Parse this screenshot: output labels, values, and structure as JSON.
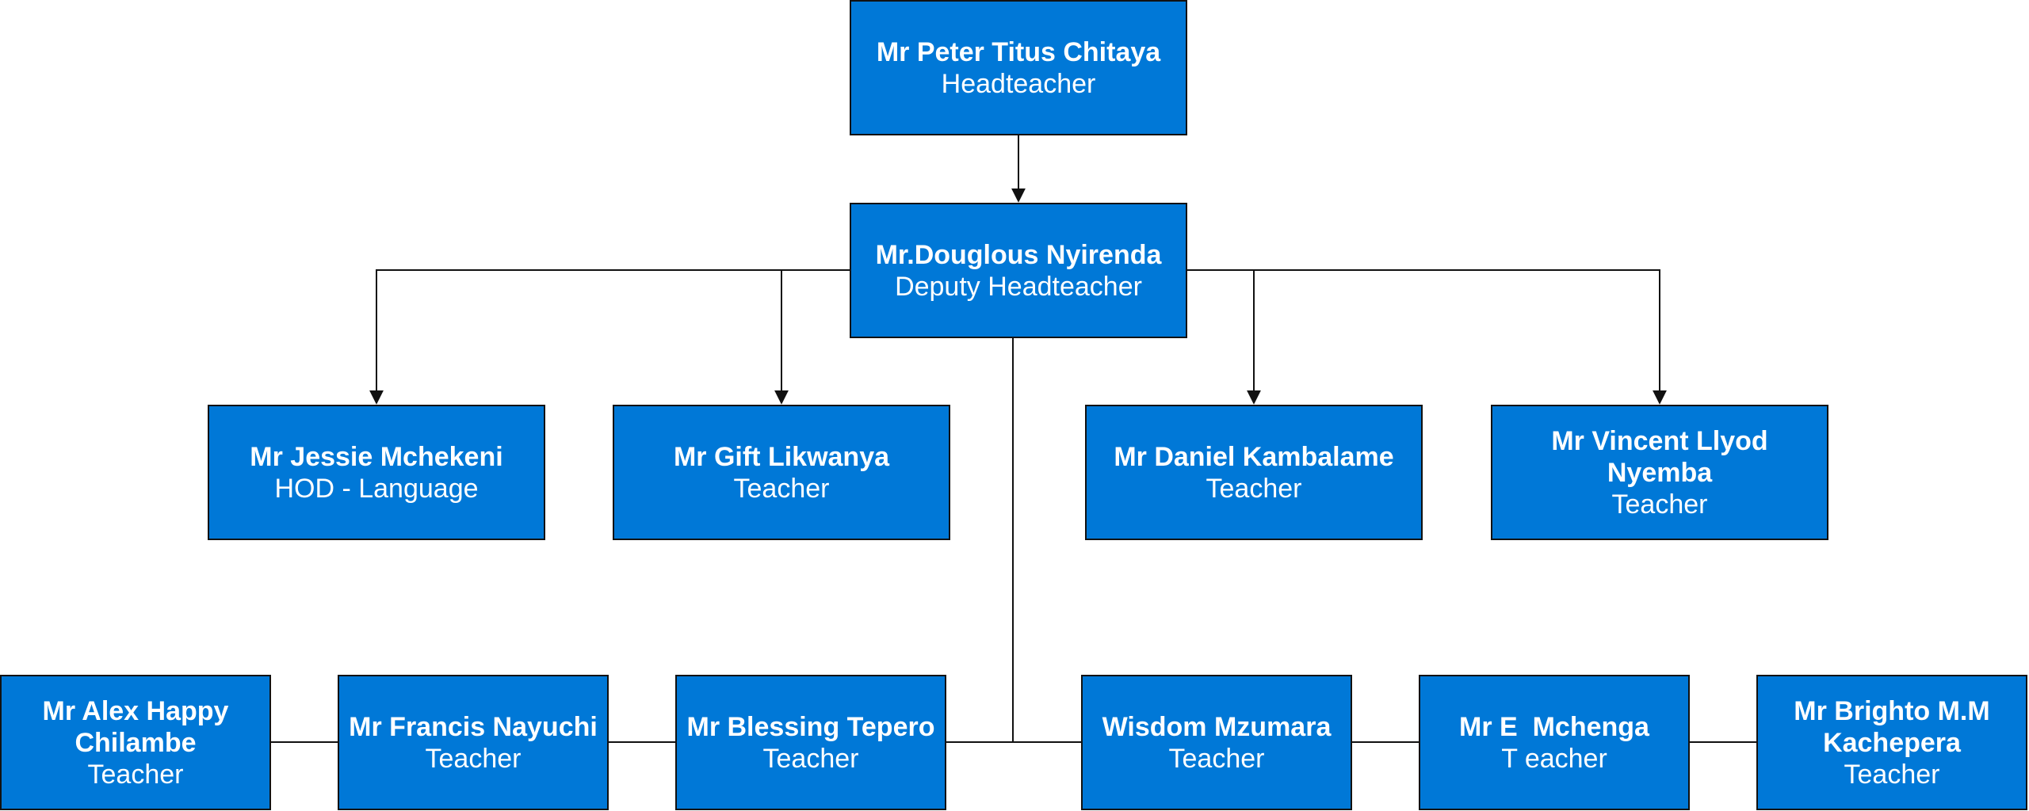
{
  "nodes": {
    "head": {
      "name": "Mr Peter Titus Chitaya",
      "role": "Headteacher"
    },
    "deputy": {
      "name": "Mr.Douglous Nyirenda",
      "role": "Deputy Headteacher"
    },
    "jessie": {
      "name": "Mr Jessie Mchekeni",
      "role": "HOD - Language"
    },
    "gift": {
      "name": "Mr Gift Likwanya",
      "role": "Teacher"
    },
    "daniel": {
      "name": "Mr Daniel Kambalame",
      "role": "Teacher"
    },
    "vincent": {
      "name": "Mr Vincent Llyod Nyemba",
      "role": "Teacher"
    },
    "alex": {
      "name": "Mr Alex Happy Chilambe",
      "role": "Teacher"
    },
    "francis": {
      "name": "Mr Francis Nayuchi",
      "role": "Teacher"
    },
    "blessing": {
      "name": "Mr Blessing Tepero",
      "role": "Teacher"
    },
    "wisdom": {
      "name": "Wisdom Mzumara",
      "role": "Teacher"
    },
    "mchenga": {
      "name": "Mr E  Mchenga",
      "role": "T eacher"
    },
    "brighto": {
      "name": "Mr Brighto M.M Kachepera",
      "role": "Teacher"
    }
  },
  "colors": {
    "box_fill": "#0078d7",
    "box_border": "#111111",
    "text": "#ffffff",
    "connector": "#111111"
  }
}
